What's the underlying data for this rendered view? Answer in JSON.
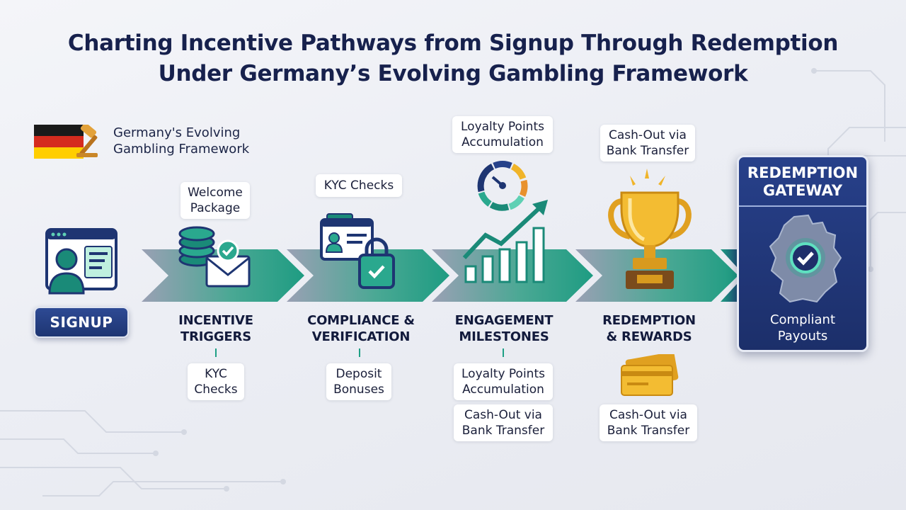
{
  "title": {
    "line1": "Charting Incentive Pathways from Signup Through Redemption",
    "line2": "Under Germany’s Evolving Gambling Framework"
  },
  "framework_label": {
    "line1": "Germany's Evolving",
    "line2": "Gambling Framework"
  },
  "icons": {
    "flag": "germany-flag-icon",
    "gavel": "gavel-icon",
    "user_profile": "user-profile-window-icon",
    "chips_envelope": "casino-chips-envelope-icon",
    "id_lock": "id-card-lock-icon",
    "gauge_chart": "gauge-growth-chart-icon",
    "trophy": "trophy-icon",
    "cards": "payment-cards-icon",
    "map_check": "germany-map-check-icon"
  },
  "colors": {
    "navy": "#1e3572",
    "teal": "#1ea085",
    "gold": "#f0b429"
  },
  "signup": {
    "label": "SIGNUP"
  },
  "stages": [
    {
      "label_line1": "INCENTIVE",
      "label_line2": "TRIGGERS",
      "top_callout": {
        "line1": "Welcome",
        "line2": "Package"
      },
      "bottom_callouts": [
        {
          "line1": "KYC",
          "line2": "Checks"
        }
      ]
    },
    {
      "label_line1": "COMPLIANCE &",
      "label_line2": "VERIFICATION",
      "top_callout": {
        "line1": "KYC Checks"
      },
      "bottom_callouts": [
        {
          "line1": "Deposit",
          "line2": "Bonuses"
        }
      ]
    },
    {
      "label_line1": "ENGAGEMENT",
      "label_line2": "MILESTONES",
      "top_callout": {
        "line1": "Loyalty Points",
        "line2": "Accumulation"
      },
      "bottom_callouts": [
        {
          "line1": "Loyalty Points",
          "line2": "Accumulation"
        },
        {
          "line1": "Cash-Out via",
          "line2": "Bank Transfer"
        }
      ]
    },
    {
      "label_line1": "REDEMPTION",
      "label_line2": "& REWARDS",
      "top_callout": {
        "line1": "Cash-Out via",
        "line2": "Bank Transfer"
      },
      "bottom_callouts": [
        {
          "line1": "Cash-Out via",
          "line2": "Bank Transfer"
        }
      ]
    }
  ],
  "gateway": {
    "title_line1": "REDEMPTION",
    "title_line2": "GATEWAY",
    "footer_line1": "Compliant",
    "footer_line2": "Payouts"
  }
}
